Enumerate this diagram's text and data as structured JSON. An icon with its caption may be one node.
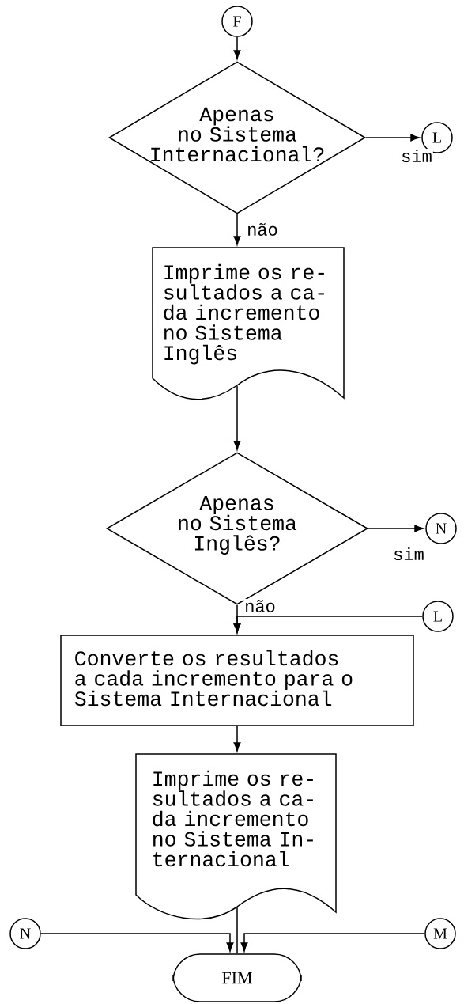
{
  "diagram": {
    "nodes": [
      {
        "text": [
          "F"
        ]
      },
      {
        "text": [
          "Apenas no Sistema Internacional?"
        ]
      },
      {
        "text": [
          "L"
        ]
      },
      {
        "text": [
          "Imprime os re- sultados a ca- da incremento no Sistema Inglês"
        ]
      },
      {
        "text": [
          "Apenas no Sistema Inglês?"
        ]
      },
      {
        "text": [
          "N"
        ]
      },
      {
        "text": [
          "L"
        ]
      },
      {
        "text": [
          "Converte os resultados a cada incremento para o Sistema Internacional"
        ]
      },
      {
        "text": [
          "Imprime os re- sultados a ca- da incremento no Sistema In- ternacional"
        ]
      },
      {
        "text": [
          "N"
        ]
      },
      {
        "text": [
          "M"
        ]
      },
      {
        "text": [
          "FIM"
        ]
      }
    ],
    "edges": [
      {
        "from": 0,
        "to": 1,
        "arrow": "to"
      },
      {
        "from": 1,
        "to": 2,
        "arrow": "to",
        "label": "sim"
      },
      {
        "from": 1,
        "to": 3,
        "arrow": "to",
        "label": "não"
      },
      {
        "from": 3,
        "to": 4,
        "arrow": "to"
      },
      {
        "from": 4,
        "to": 5,
        "arrow": "to",
        "label": "sim"
      },
      {
        "from": 4,
        "to": 7,
        "arrow": "to",
        "label": "não"
      },
      {
        "from": 6,
        "to": 7,
        "arrow": "to"
      },
      {
        "from": 7,
        "to": 8,
        "arrow": "to"
      },
      {
        "from": 8,
        "to": 11,
        "arrow": "none"
      },
      {
        "from": 9,
        "to": 11,
        "arrow": "to"
      },
      {
        "from": 10,
        "to": 11,
        "arrow": "to"
      }
    ]
  }
}
